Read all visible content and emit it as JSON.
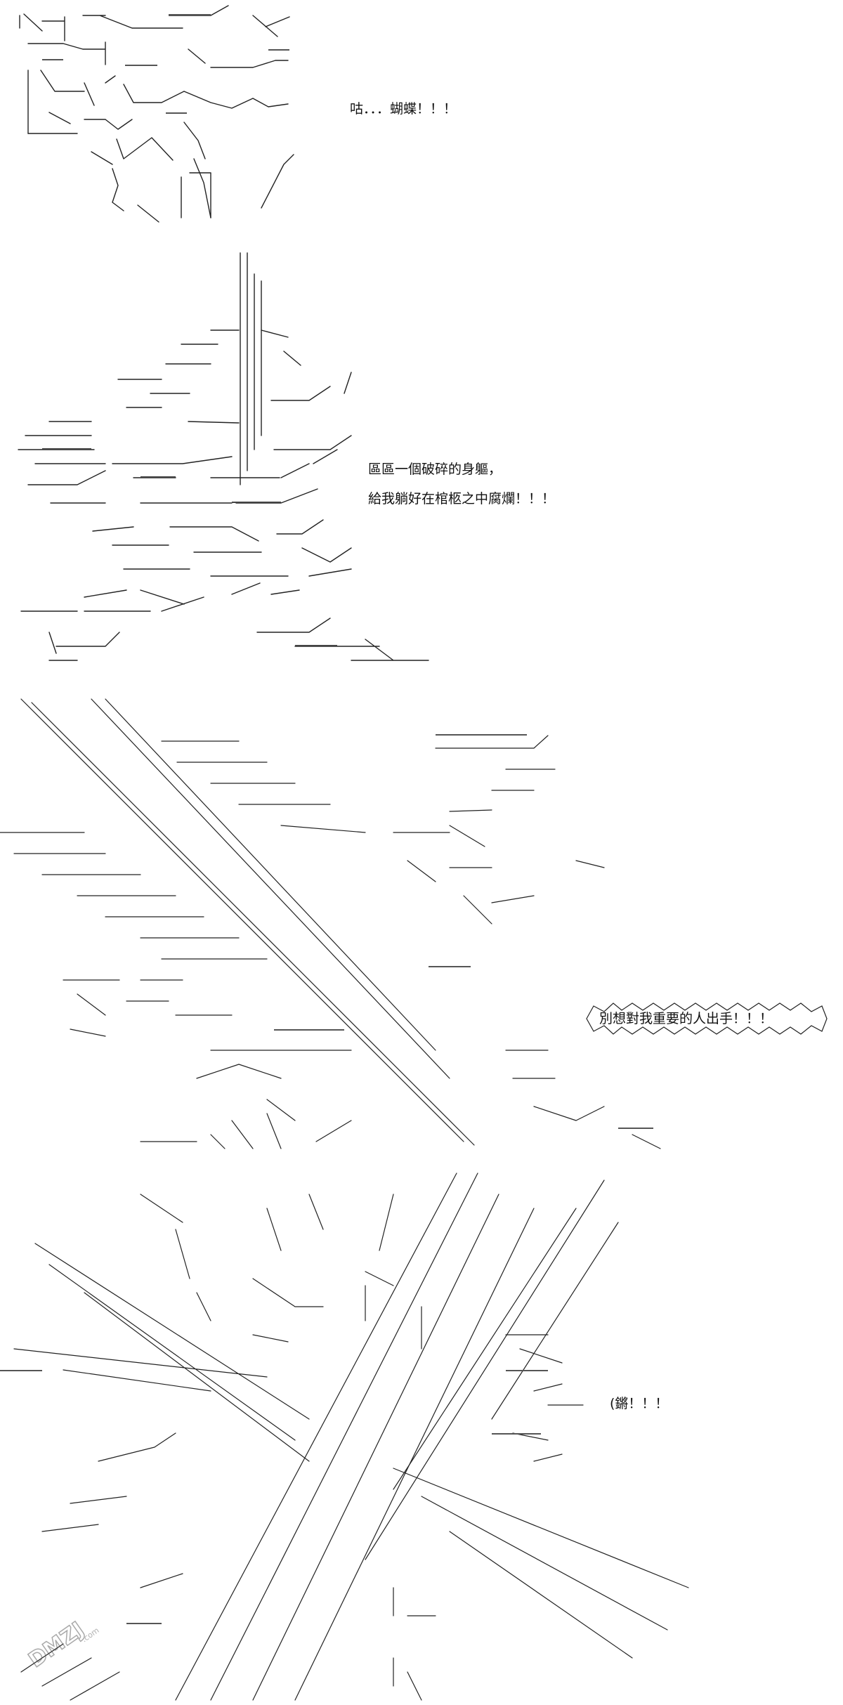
{
  "panels": [
    {
      "id": "panel-1",
      "dialogue": [
        "咕．．．蝴蝶！！！"
      ]
    },
    {
      "id": "panel-2",
      "dialogue": [
        "區區一個破碎的身軀，",
        "給我躺好在棺柩之中腐爛！！！"
      ]
    },
    {
      "id": "panel-3",
      "dialogue": [
        "別想對我重要的人出手！！！"
      ]
    },
    {
      "id": "panel-4",
      "dialogue": [
        "(鏘！！！"
      ]
    }
  ],
  "watermark": {
    "text": "DMZJ.com"
  },
  "colors": {
    "ink": "#000000",
    "background": "#ffffff"
  }
}
